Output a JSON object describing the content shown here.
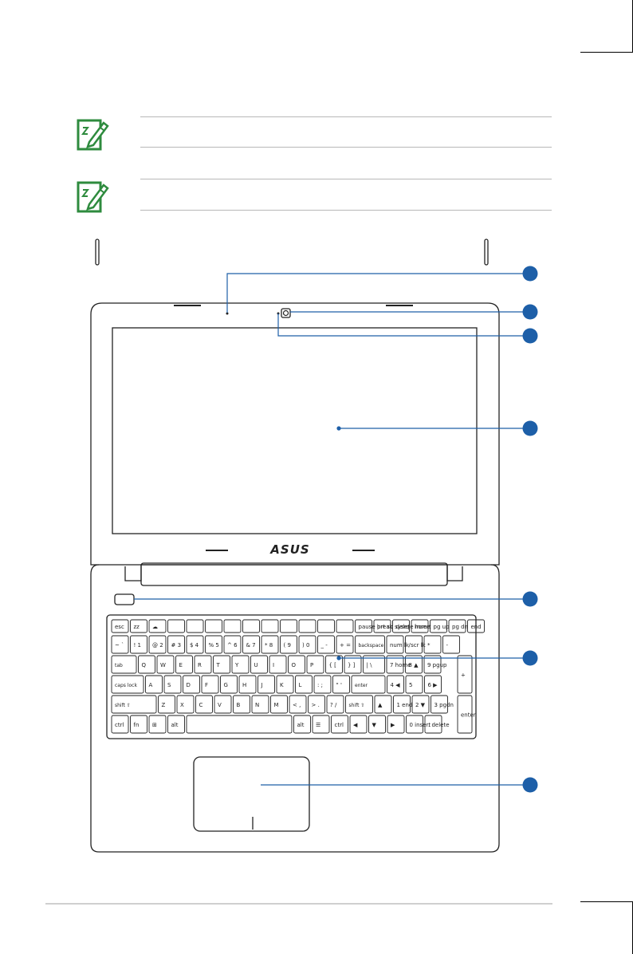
{
  "brand": {
    "logo": "ASUS"
  },
  "notes": [
    {
      "icon": "note-pencil-icon",
      "text": ""
    },
    {
      "icon": "note-pencil-icon",
      "text": ""
    }
  ],
  "callouts": [
    {
      "id": "microphone",
      "label": ""
    },
    {
      "id": "camera",
      "label": ""
    },
    {
      "id": "camera-indicator",
      "label": ""
    },
    {
      "id": "display-panel",
      "label": ""
    },
    {
      "id": "power-button",
      "label": ""
    },
    {
      "id": "keyboard",
      "label": ""
    },
    {
      "id": "touchpad",
      "label": ""
    }
  ],
  "colors": {
    "accent": "#1d5fa8",
    "note_green": "#2e8b3e",
    "outline": "#222222"
  },
  "keyboard": {
    "row_fn": [
      "esc",
      "zᴢ",
      "☁",
      "",
      "",
      "",
      "",
      "",
      "",
      "",
      "",
      "",
      "",
      "pause break",
      "prt sc sysrq",
      "delete insert",
      "home",
      "pg up",
      "pg dn",
      "end"
    ],
    "row_num": [
      "~ `",
      "! 1",
      "@ 2",
      "# 3",
      "$ 4",
      "% 5",
      "^ 6",
      "& 7",
      "* 8",
      "( 9",
      ") 0",
      "_ -",
      "+ =",
      "backspace",
      "num lk scr lk",
      "/",
      "*",
      "-"
    ],
    "row_q": [
      "tab",
      "Q",
      "W",
      "E",
      "R",
      "T",
      "Y",
      "U",
      "I",
      "O",
      "P",
      "{ [",
      "} ]",
      "| \\",
      "7 home",
      "8 ▲",
      "9 pgup"
    ],
    "row_a": [
      "caps lock",
      "A",
      "S",
      "D",
      "F",
      "G",
      "H",
      "J",
      "K",
      "L",
      ": ;",
      "\" '",
      "enter",
      "4 ◀",
      "5",
      "6 ▶"
    ],
    "row_z": [
      "shift ⇧",
      "Z",
      "X",
      "C",
      "V",
      "B",
      "N",
      "M",
      "< ,",
      "> .",
      "? /",
      "shift ⇧",
      "▲",
      "1 end",
      "2 ▼",
      "3 pgdn"
    ],
    "row_b": [
      "ctrl",
      "fn",
      "⊞",
      "alt",
      "",
      "alt",
      "☰",
      "ctrl",
      "◀",
      "▼",
      "▶",
      "0 insert",
      ". delete"
    ],
    "keypad_side": [
      "+",
      "enter"
    ]
  }
}
